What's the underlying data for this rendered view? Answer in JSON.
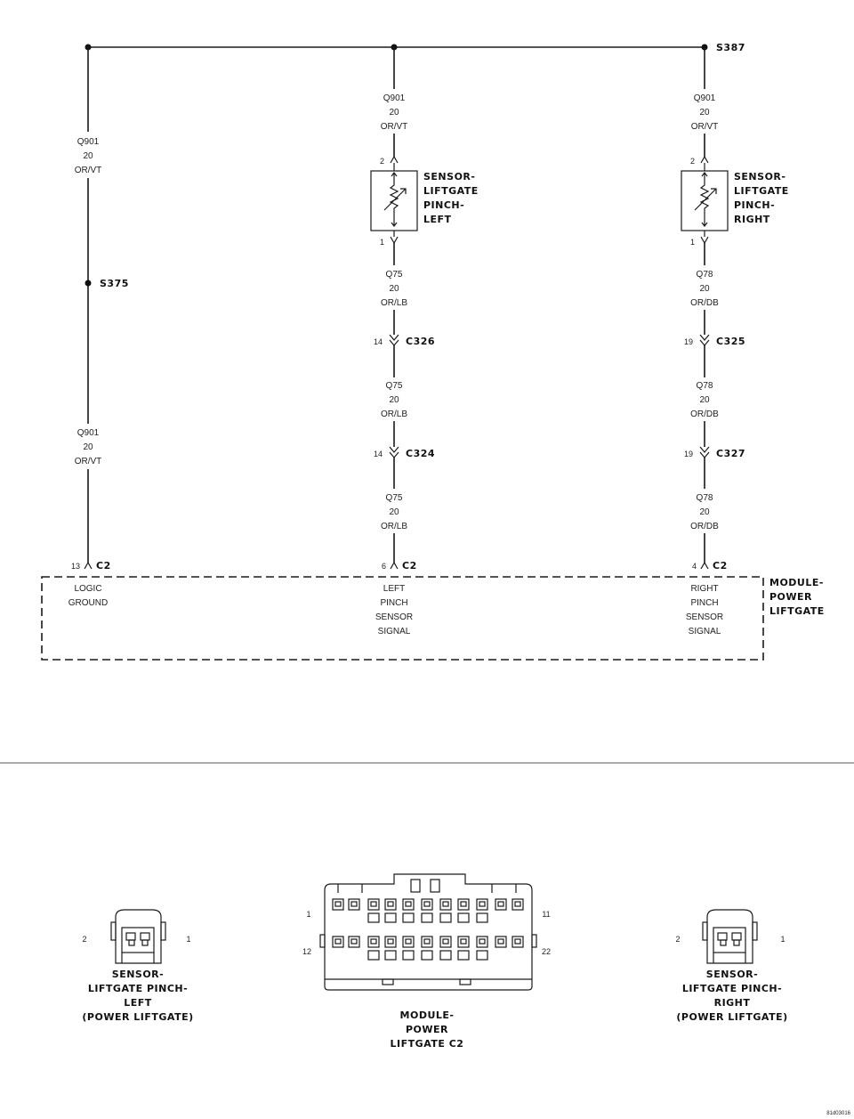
{
  "splices": {
    "top_right": "S387",
    "left_mid": "S375"
  },
  "wires": {
    "left_upper": {
      "circuit": "Q901",
      "gauge": "20",
      "color": "OR/VT"
    },
    "left_lower": {
      "circuit": "Q901",
      "gauge": "20",
      "color": "OR/VT"
    },
    "mid_top": {
      "circuit": "Q901",
      "gauge": "20",
      "color": "OR/VT"
    },
    "right_top": {
      "circuit": "Q901",
      "gauge": "20",
      "color": "OR/VT"
    },
    "mid_1": {
      "circuit": "Q75",
      "gauge": "20",
      "color": "OR/LB"
    },
    "mid_2": {
      "circuit": "Q75",
      "gauge": "20",
      "color": "OR/LB"
    },
    "mid_3": {
      "circuit": "Q75",
      "gauge": "20",
      "color": "OR/LB"
    },
    "right_1": {
      "circuit": "Q78",
      "gauge": "20",
      "color": "OR/DB"
    },
    "right_2": {
      "circuit": "Q78",
      "gauge": "20",
      "color": "OR/DB"
    },
    "right_3": {
      "circuit": "Q78",
      "gauge": "20",
      "color": "OR/DB"
    }
  },
  "sensors": {
    "left": {
      "line1": "SENSOR-",
      "line2": "LIFTGATE",
      "line3": "PINCH-",
      "line4": "LEFT",
      "pin_top": "2",
      "pin_bottom": "1"
    },
    "right": {
      "line1": "SENSOR-",
      "line2": "LIFTGATE",
      "line3": "PINCH-",
      "line4": "RIGHT",
      "pin_top": "2",
      "pin_bottom": "1"
    }
  },
  "connectors": {
    "mid_c326": {
      "pin": "14",
      "name": "C326"
    },
    "mid_c324": {
      "pin": "14",
      "name": "C324"
    },
    "right_c325": {
      "pin": "19",
      "name": "C325"
    },
    "right_c327": {
      "pin": "19",
      "name": "C327"
    },
    "c2_left": {
      "pin": "13",
      "name": "C2"
    },
    "c2_mid": {
      "pin": "6",
      "name": "C2"
    },
    "c2_right": {
      "pin": "4",
      "name": "C2"
    }
  },
  "module": {
    "label1": "MODULE-",
    "label2": "POWER",
    "label3": "LIFTGATE",
    "pin13": {
      "line1": "LOGIC",
      "line2": "GROUND"
    },
    "pin6": {
      "line1": "LEFT",
      "line2": "PINCH",
      "line3": "SENSOR",
      "line4": "SIGNAL"
    },
    "pin4": {
      "line1": "RIGHT",
      "line2": "PINCH",
      "line3": "SENSOR",
      "line4": "SIGNAL"
    }
  },
  "views": {
    "left_sensor": {
      "pin_left": "2",
      "pin_right": "1",
      "line1": "SENSOR-",
      "line2": "LIFTGATE PINCH-",
      "line3": "LEFT",
      "line4": "(POWER LIFTGATE)"
    },
    "module_c2": {
      "pin_tl": "1",
      "pin_tr": "11",
      "pin_bl": "12",
      "pin_br": "22",
      "line1": "MODULE-",
      "line2": "POWER",
      "line3": "LIFTGATE C2"
    },
    "right_sensor": {
      "pin_left": "2",
      "pin_right": "1",
      "line1": "SENSOR-",
      "line2": "LIFTGATE PINCH-",
      "line3": "RIGHT",
      "line4": "(POWER LIFTGATE)"
    }
  },
  "figure_code": "81d03016"
}
